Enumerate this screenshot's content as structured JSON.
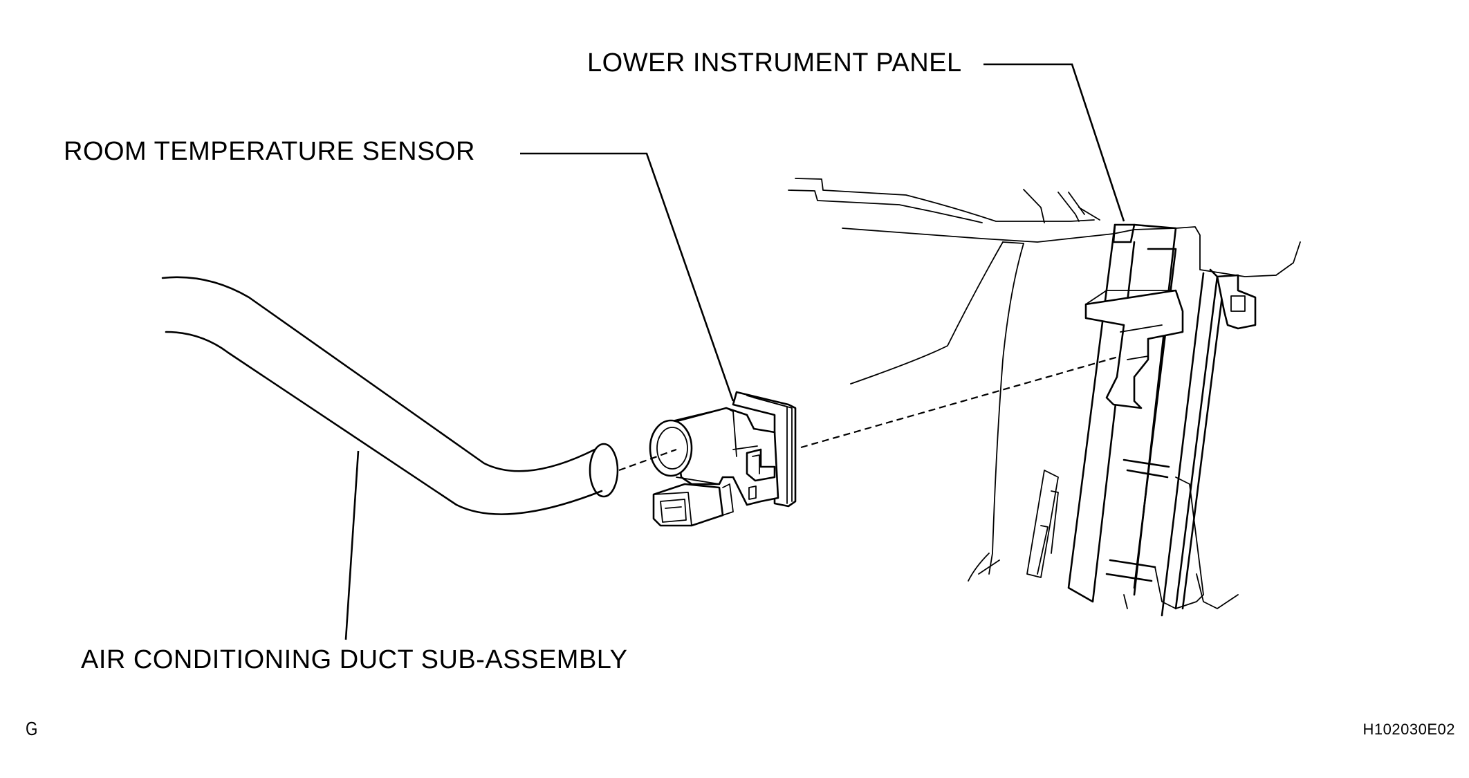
{
  "labels": {
    "lower_instrument_panel": "LOWER INSTRUMENT PANEL",
    "room_temperature_sensor": "ROOM TEMPERATURE SENSOR",
    "air_conditioning_duct": "AIR CONDITIONING DUCT SUB-ASSEMBLY"
  },
  "footer": {
    "view_code": "G",
    "figure_id": "H102030E02"
  }
}
